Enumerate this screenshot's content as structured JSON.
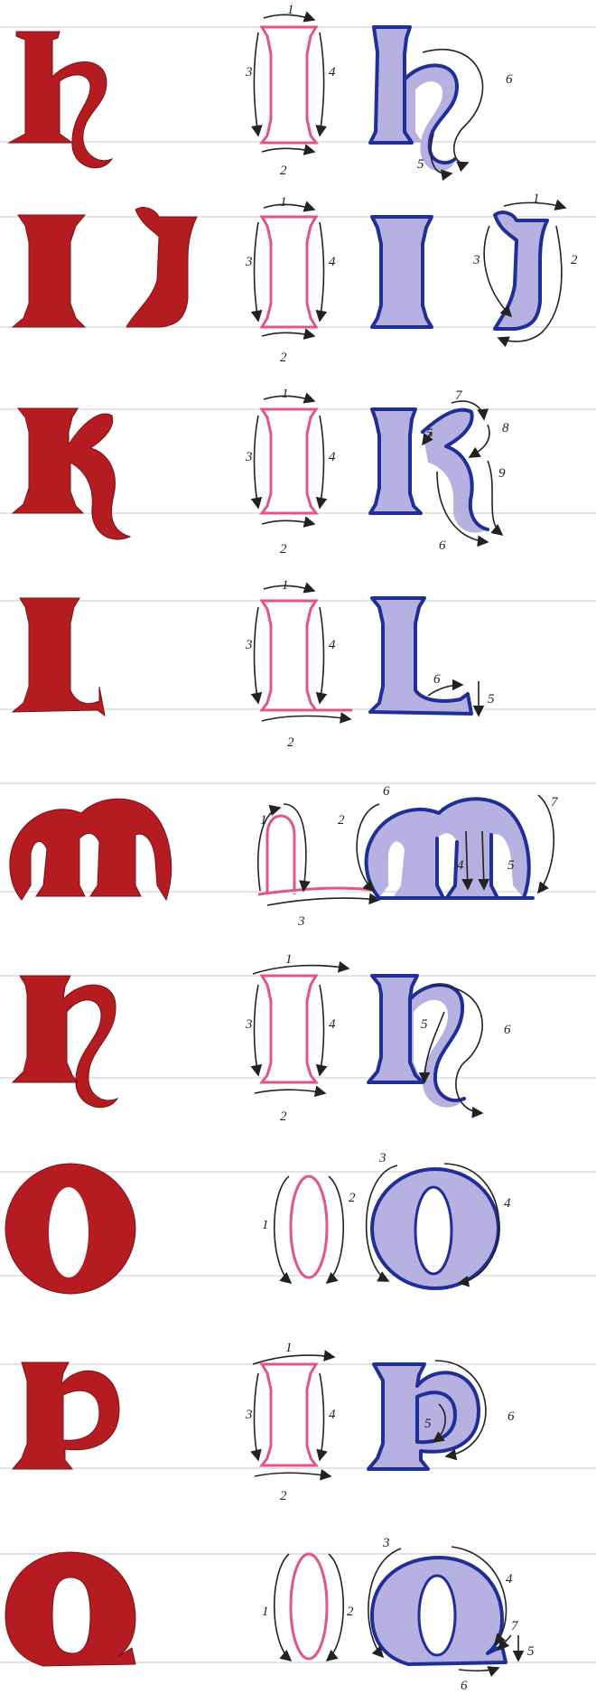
{
  "colors": {
    "example_red": "#b41c22",
    "skeleton_pink": "#e2577f",
    "fill_lavender": "#b7b1e2",
    "outline_blue": "#1f2f97",
    "guide_gray": "#c9c9c9"
  },
  "rows": [
    {
      "letter": "h",
      "skeleton_strokes": [
        "1",
        "2",
        "3",
        "4"
      ],
      "construction_strokes": [
        "5",
        "6"
      ]
    },
    {
      "letter": "I J",
      "skeleton_strokes": [
        "1",
        "2",
        "3",
        "4"
      ],
      "construction_strokes": [
        "1",
        "2",
        "3"
      ]
    },
    {
      "letter": "K",
      "skeleton_strokes": [
        "1",
        "2",
        "3",
        "4"
      ],
      "construction_strokes": [
        "5",
        "6",
        "7",
        "8",
        "9"
      ]
    },
    {
      "letter": "L",
      "skeleton_strokes": [
        "1",
        "2",
        "3",
        "4"
      ],
      "construction_strokes": [
        "5",
        "6"
      ]
    },
    {
      "letter": "m",
      "skeleton_strokes": [
        "1",
        "2",
        "3"
      ],
      "construction_strokes": [
        "4",
        "5",
        "6",
        "7"
      ]
    },
    {
      "letter": "n",
      "skeleton_strokes": [
        "1",
        "2",
        "3",
        "4"
      ],
      "construction_strokes": [
        "5",
        "6"
      ]
    },
    {
      "letter": "o",
      "skeleton_strokes": [
        "1",
        "2"
      ],
      "construction_strokes": [
        "3",
        "4"
      ]
    },
    {
      "letter": "p",
      "skeleton_strokes": [
        "1",
        "2",
        "3",
        "4"
      ],
      "construction_strokes": [
        "5",
        "6"
      ]
    },
    {
      "letter": "q",
      "skeleton_strokes": [
        "1",
        "2"
      ],
      "construction_strokes": [
        "3",
        "4",
        "5",
        "6",
        "7"
      ]
    }
  ],
  "labels": {
    "h": {
      "n1": "1",
      "n2": "2",
      "n3": "3",
      "n4": "4",
      "n5": "5",
      "n6": "6"
    },
    "ij": {
      "n1": "1",
      "n2": "2",
      "n3": "3",
      "n4": "4",
      "m1": "1",
      "m2": "2",
      "m3": "3"
    },
    "k": {
      "n1": "1",
      "n2": "2",
      "n3": "3",
      "n4": "4",
      "n5": "5",
      "n6": "6",
      "n7": "7",
      "n8": "8",
      "n9": "9"
    },
    "l": {
      "n1": "1",
      "n2": "2",
      "n3": "3",
      "n4": "4",
      "n5": "5",
      "n6": "6"
    },
    "m": {
      "n1": "1",
      "n2": "2",
      "n3": "3",
      "n4": "4",
      "n5": "5",
      "n6": "6",
      "n7": "7"
    },
    "n": {
      "n1": "1",
      "n2": "2",
      "n3": "3",
      "n4": "4",
      "n5": "5",
      "n6": "6"
    },
    "o": {
      "n1": "1",
      "n2": "2",
      "n3": "3",
      "n4": "4"
    },
    "p": {
      "n1": "1",
      "n2": "2",
      "n3": "3",
      "n4": "4",
      "n5": "5",
      "n6": "6"
    },
    "q": {
      "n1": "1",
      "n2": "2",
      "n3": "3",
      "n4": "4",
      "n5": "5",
      "n6": "6",
      "n7": "7"
    }
  }
}
